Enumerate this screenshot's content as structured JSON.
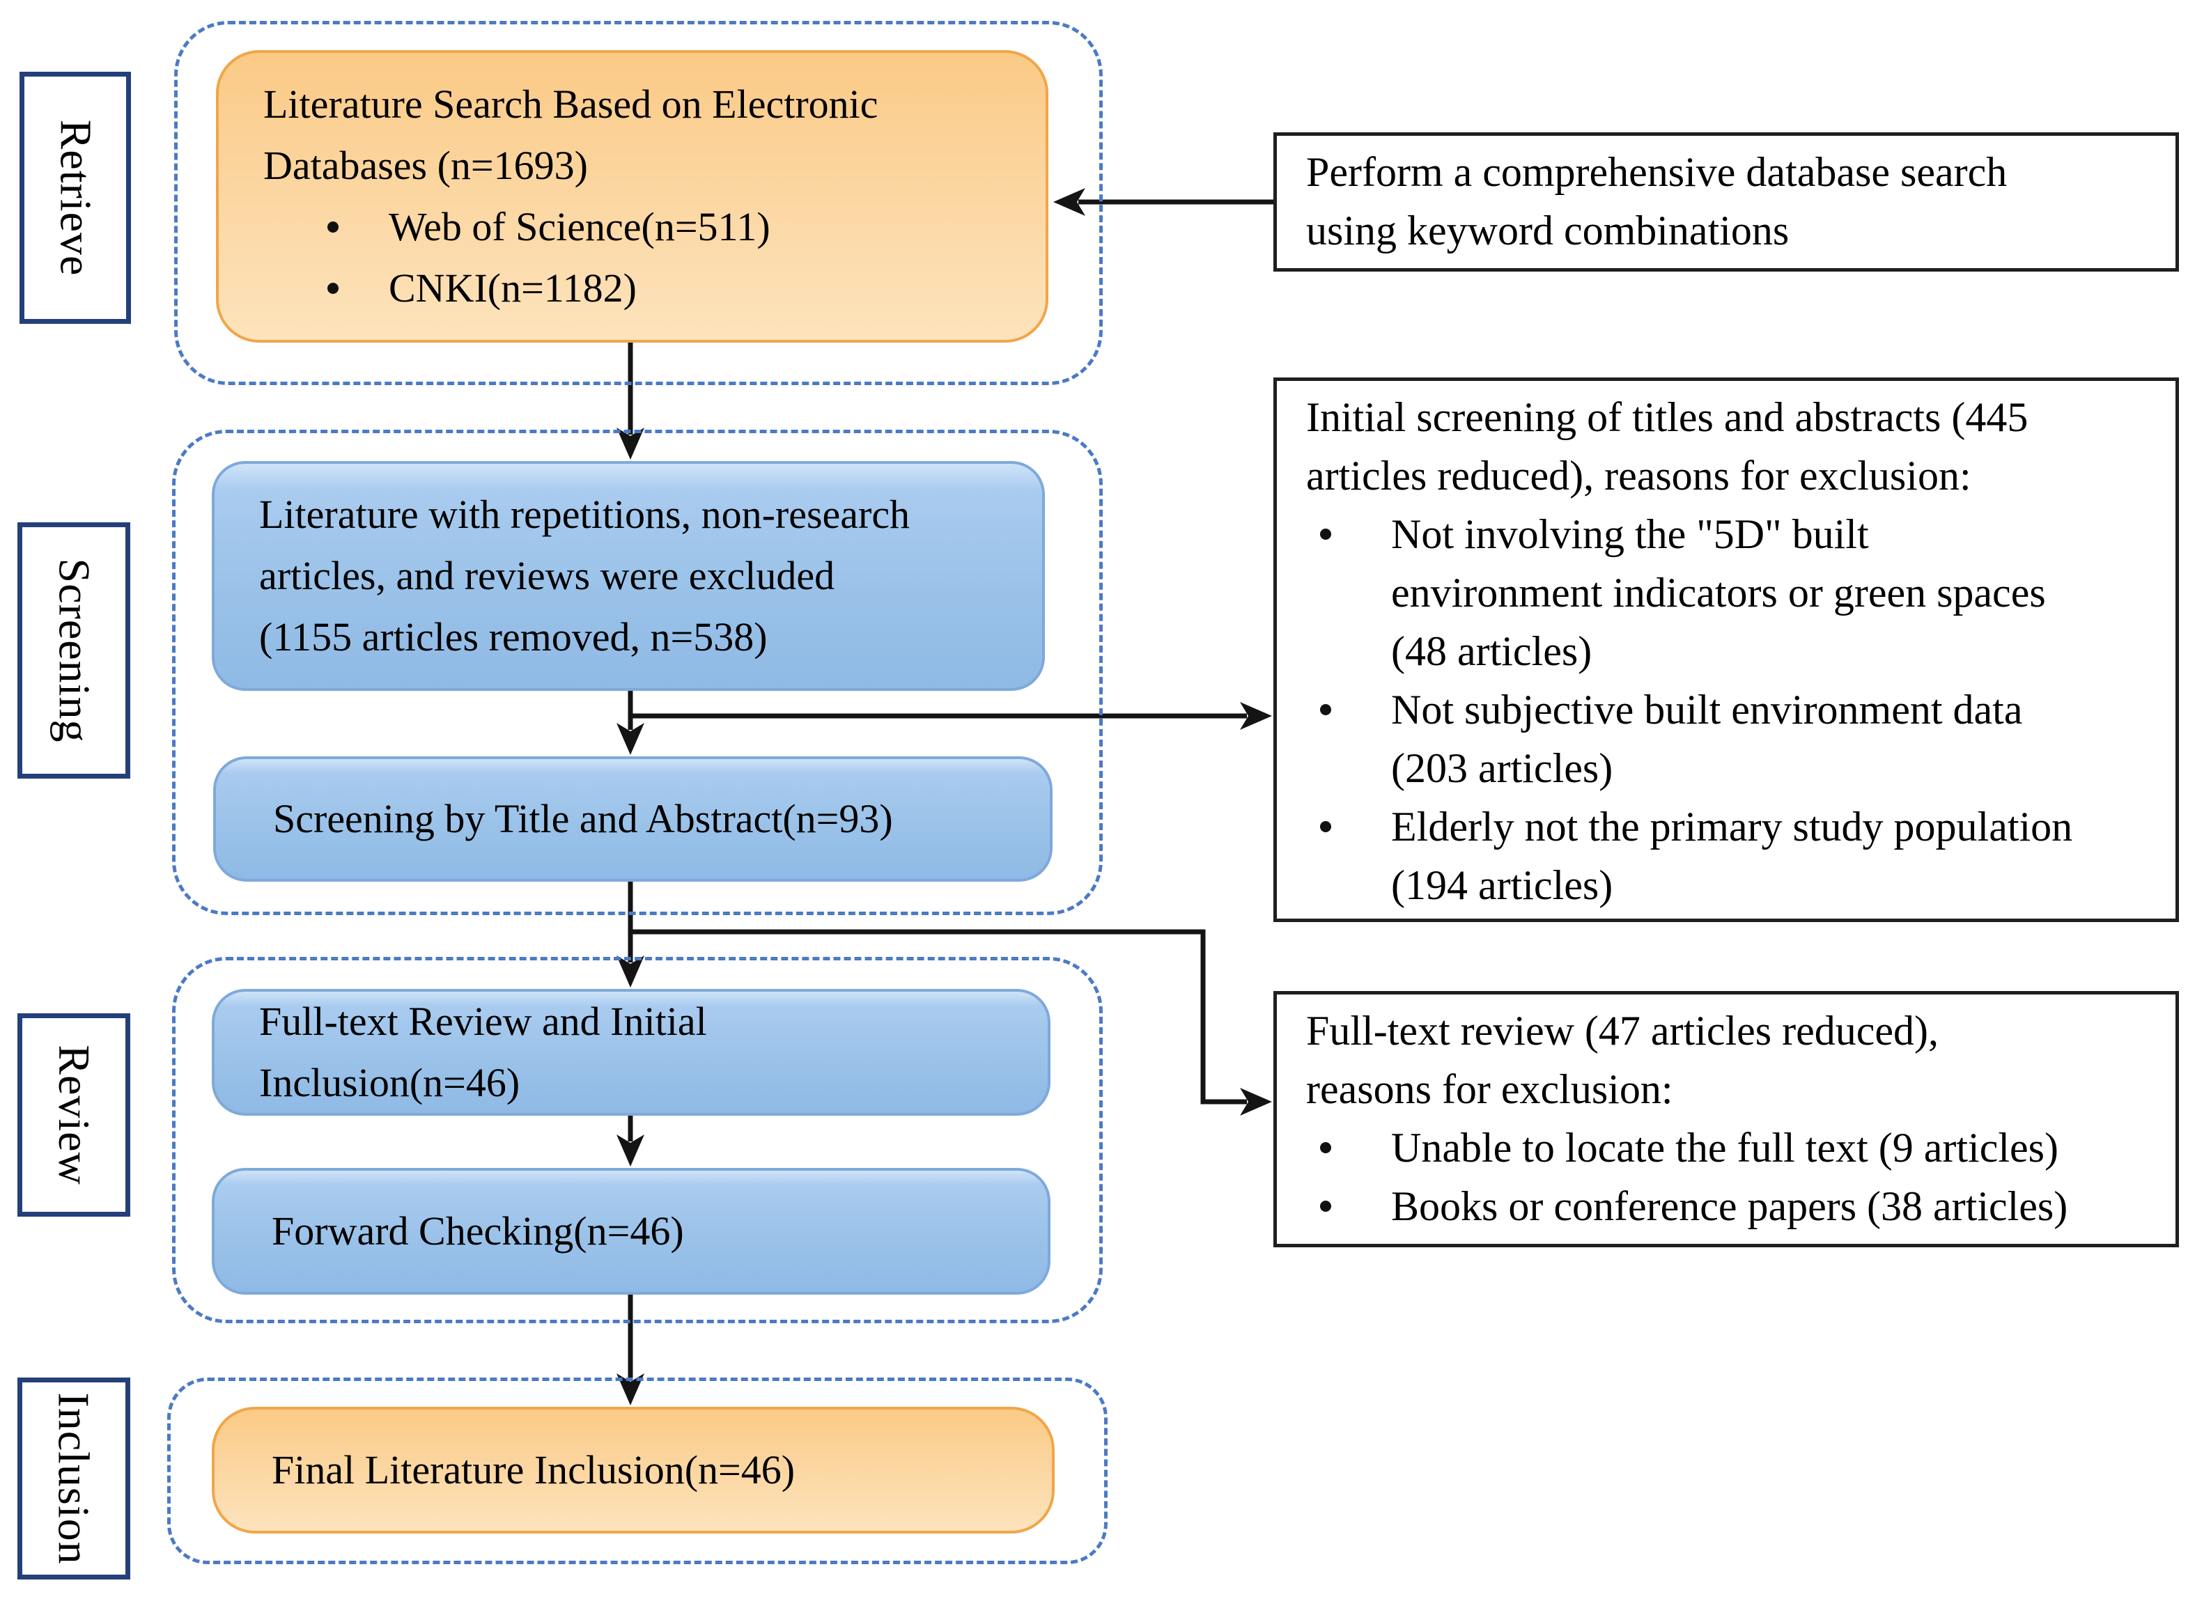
{
  "figure": {
    "type": "prisma-literature-flow-diagram",
    "background": "#ffffff"
  },
  "colors": {
    "orange_fill_top": "#fbca86",
    "orange_fill_bottom": "#fde3bc",
    "orange_border": "#f0a64a",
    "blue_fill_top": "#cfe3f8",
    "blue_fill_bottom": "#8fbae5",
    "blue_border": "#7ea9db",
    "dashed_container": "#4b7ac6",
    "stage_label_border": "#24407a",
    "note_border": "#1f1f1f",
    "arrow": "#141414",
    "text": "#000000"
  },
  "stages": [
    {
      "label": "Retrieve"
    },
    {
      "label": "Screening"
    },
    {
      "label": "Review"
    },
    {
      "label": "Inclusion"
    }
  ],
  "flow": {
    "search": {
      "lines": [
        "Literature Search Based on Electronic",
        "Databases (n=1693)"
      ],
      "bullets": [
        {
          "lines": [
            "Web of Science(n=511)"
          ]
        },
        {
          "lines": [
            "CNKI(n=1182)"
          ]
        }
      ]
    },
    "dedup": {
      "lines": [
        "Literature with repetitions, non-research",
        "articles, and reviews were excluded",
        "(1155 articles removed, n=538)"
      ]
    },
    "title_abstract": {
      "lines": [
        "Screening by Title and Abstract(n=93)"
      ]
    },
    "fulltext": {
      "lines": [
        "Full-text Review and Initial",
        "Inclusion(n=46)"
      ]
    },
    "forward": {
      "lines": [
        "Forward Checking(n=46)"
      ]
    },
    "final": {
      "lines": [
        "Final Literature Inclusion(n=46)"
      ]
    }
  },
  "notes": {
    "search_note": {
      "lines": [
        "Perform a comprehensive database search",
        "using keyword combinations"
      ]
    },
    "screening_note": {
      "intro_lines": [
        "Initial screening of titles and abstracts (445",
        "articles reduced), reasons for exclusion:"
      ],
      "bullets": [
        {
          "lines": [
            "Not involving the \"5D\" built",
            "environment indicators or green spaces",
            "(48 articles)"
          ]
        },
        {
          "lines": [
            "Not subjective built environment data",
            "(203 articles)"
          ]
        },
        {
          "lines": [
            "Elderly not the primary study population",
            "(194 articles)"
          ]
        }
      ]
    },
    "review_note": {
      "intro_lines": [
        "Full-text review (47 articles reduced),",
        "reasons for exclusion:"
      ],
      "bullets": [
        {
          "lines": [
            "Unable to locate the full text (9 articles)"
          ]
        },
        {
          "lines": [
            "Books or conference papers (38 articles)"
          ]
        }
      ]
    }
  }
}
